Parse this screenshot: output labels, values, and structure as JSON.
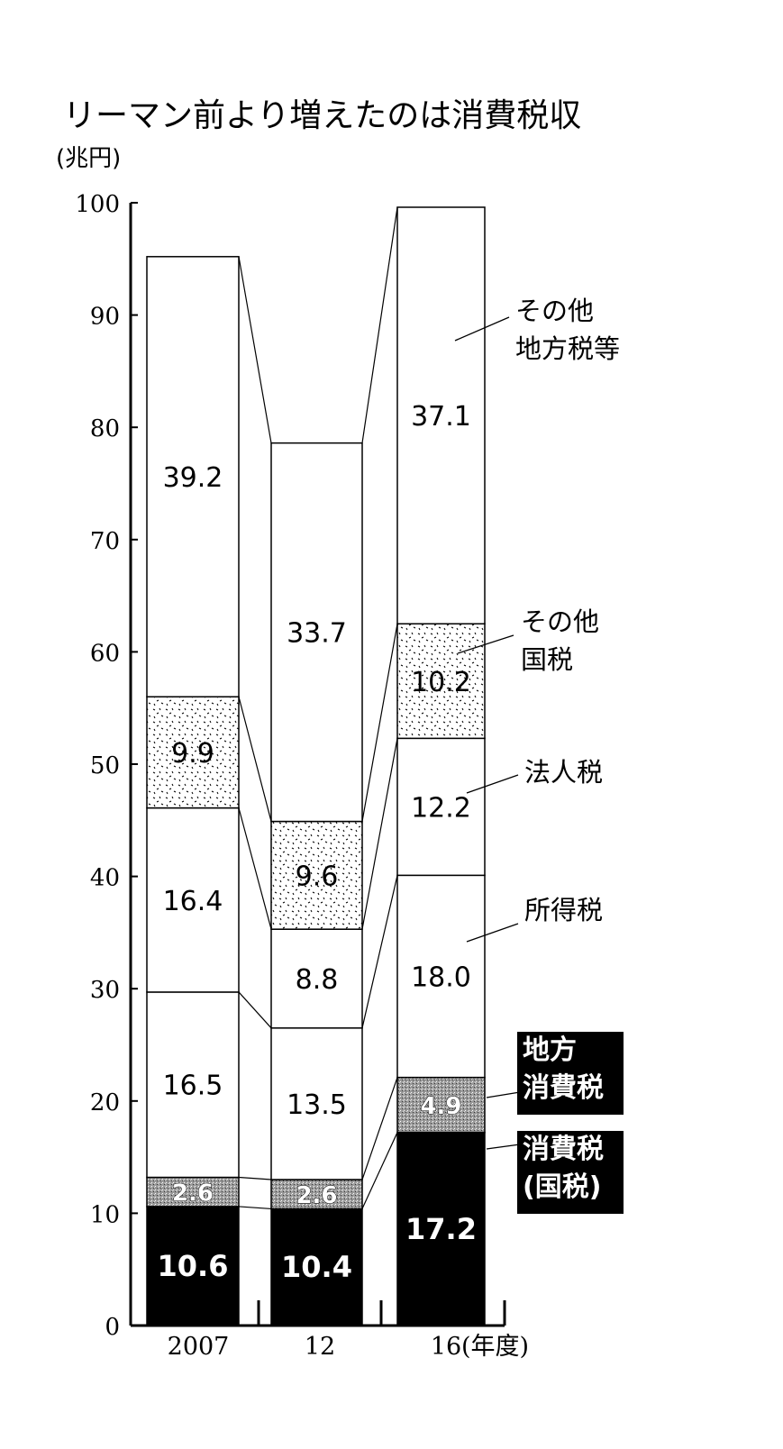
{
  "chart_data": {
    "type": "bar",
    "stacked": true,
    "title": "リーマン前より増えたのは消費税収",
    "ylabel": "(兆円)",
    "xlabel": "(年度)",
    "ylim": [
      0,
      100
    ],
    "yticks": [
      0,
      10,
      20,
      30,
      40,
      50,
      60,
      70,
      80,
      90,
      100
    ],
    "categories": [
      "2007",
      "12",
      "16"
    ],
    "series": [
      {
        "name": "消費税(国税)",
        "label_lines": [
          "消費税",
          "(国税)"
        ],
        "style": "black",
        "values": [
          10.6,
          10.4,
          17.2
        ],
        "value_labels": [
          "10.6",
          "10.4",
          "17.2"
        ]
      },
      {
        "name": "地方消費税",
        "label_lines": [
          "地方",
          "消費税"
        ],
        "style": "gray",
        "values": [
          2.6,
          2.6,
          4.9
        ],
        "value_labels": [
          "2.6",
          "2.6",
          "4.9"
        ]
      },
      {
        "name": "所得税",
        "label_lines": [
          "所得税"
        ],
        "style": "white",
        "values": [
          16.5,
          13.5,
          18.0
        ],
        "value_labels": [
          "16.5",
          "13.5",
          "18.0"
        ]
      },
      {
        "name": "法人税",
        "label_lines": [
          "法人税"
        ],
        "style": "white",
        "values": [
          16.4,
          8.8,
          12.2
        ],
        "value_labels": [
          "16.4",
          "8.8",
          "12.2"
        ]
      },
      {
        "name": "その他国税",
        "label_lines": [
          "その他",
          "国税"
        ],
        "style": "dots",
        "values": [
          9.9,
          9.6,
          10.2
        ],
        "value_labels": [
          "9.9",
          "9.6",
          "10.2"
        ]
      },
      {
        "name": "その他地方税等",
        "label_lines": [
          "その他",
          "地方税等"
        ],
        "style": "white",
        "values": [
          39.2,
          33.7,
          37.1
        ],
        "value_labels": [
          "39.2",
          "33.7",
          "37.1"
        ]
      }
    ],
    "grid": false,
    "legend": "right"
  }
}
